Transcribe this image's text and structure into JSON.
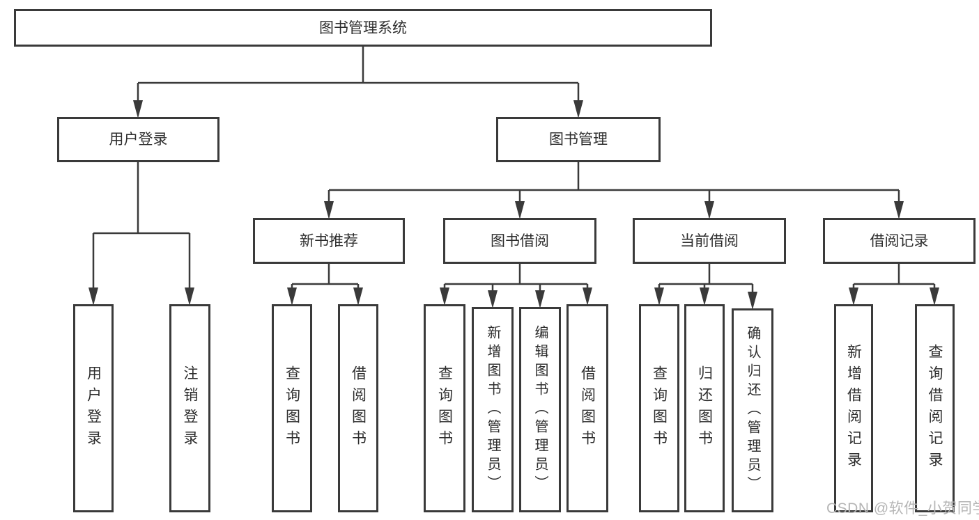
{
  "tree": {
    "root": "图书管理系统",
    "level1": [
      {
        "id": "user-login-branch",
        "label": "用户登录",
        "leaves": [
          "用户登录",
          "注销登录"
        ]
      },
      {
        "id": "book-management-branch",
        "label": "图书管理",
        "groups": [
          {
            "label": "新书推荐",
            "leaves": [
              "查询图书",
              "借阅图书"
            ]
          },
          {
            "label": "图书借阅",
            "leaves": [
              "查询图书",
              "新增图书（管理员）",
              "编辑图书（管理员）",
              "借阅图书"
            ]
          },
          {
            "label": "当前借阅",
            "leaves": [
              "查询图书",
              "归还图书",
              "确认归还（管理员）"
            ]
          },
          {
            "label": "借阅记录",
            "leaves": [
              "新增借阅记录",
              "查询借阅记录"
            ]
          }
        ]
      }
    ]
  },
  "watermark": {
    "text": "CSDN @软件_小贺同学"
  },
  "colors": {
    "line": "#3a3a3a",
    "text": "#2d2d2d",
    "watermark": "#b5b5b5",
    "background": "#ffffff"
  }
}
